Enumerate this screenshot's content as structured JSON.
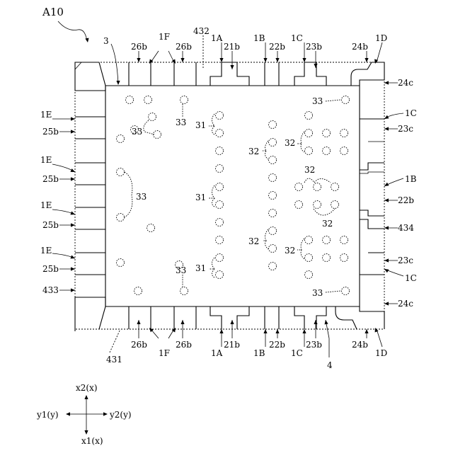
{
  "figure": {
    "figure_label": "A10",
    "labels": {
      "l3": "3",
      "l4": "4",
      "l26b": "26b",
      "l1F": "1F",
      "l432": "432",
      "l1A": "1A",
      "l21b": "21b",
      "l1B": "1B",
      "l22b": "22b",
      "l1C": "1C",
      "l23b": "23b",
      "l24b": "24b",
      "l1D": "1D",
      "l24c": "24c",
      "l23c": "23c",
      "l434": "434",
      "l1E": "1E",
      "l25b": "25b",
      "l433": "433",
      "l431": "431",
      "l31": "31",
      "l32": "32",
      "l33": "33"
    },
    "axes": {
      "x2": "x2(x)",
      "x1": "x1(x)",
      "y1": "y1(y)",
      "y2": "y2(y)"
    }
  }
}
